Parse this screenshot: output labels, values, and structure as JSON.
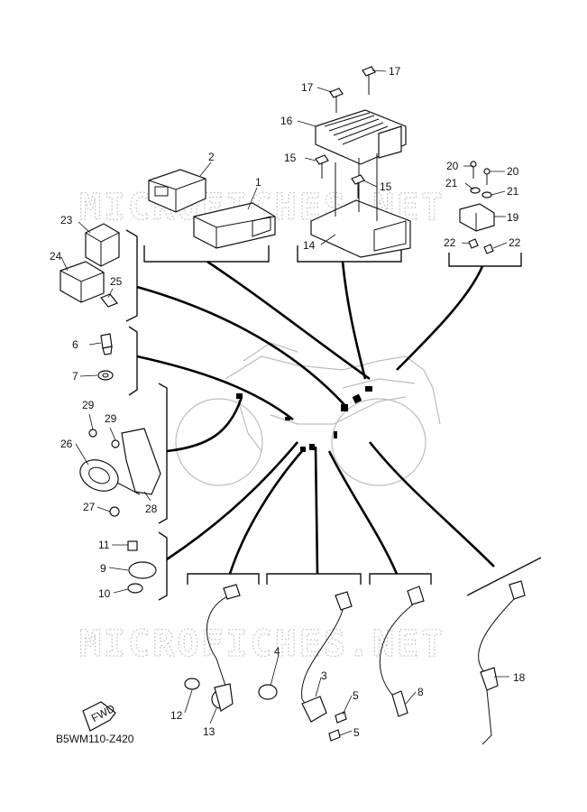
{
  "diagram": {
    "code": "B5WM110-Z420",
    "watermark": "MICROFICHES.NET",
    "fwd_label": "FWD",
    "callouts": {
      "c1": "1",
      "c2": "2",
      "c3": "3",
      "c4": "4",
      "c5a": "5",
      "c5b": "5",
      "c6": "6",
      "c7": "7",
      "c8": "8",
      "c9": "9",
      "c10": "10",
      "c11": "11",
      "c12": "12",
      "c13": "13",
      "c14": "14",
      "c15a": "15",
      "c15b": "15",
      "c16": "16",
      "c17a": "17",
      "c17b": "17",
      "c18": "18",
      "c19": "19",
      "c20a": "20",
      "c20b": "20",
      "c21a": "21",
      "c21b": "21",
      "c22a": "22",
      "c22b": "22",
      "c23": "23",
      "c24": "24",
      "c25": "25",
      "c26": "26",
      "c27": "27",
      "c28": "28",
      "c29a": "29",
      "c29b": "29"
    }
  }
}
